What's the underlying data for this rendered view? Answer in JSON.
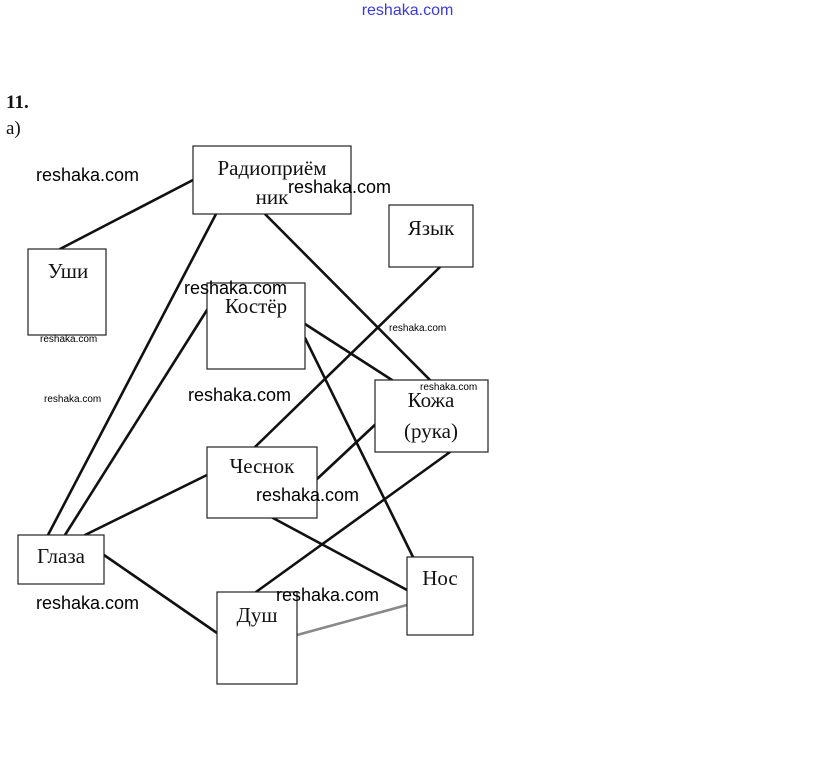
{
  "header": {
    "site": "reshaka.com"
  },
  "task": {
    "number": "11.",
    "part": "а)"
  },
  "nodes": {
    "radio_line1": "Радиоприём",
    "radio_line2": "ник",
    "tongue": "Язык",
    "ears": "Уши",
    "campfire": "Костёр",
    "skin_line1": "Кожа",
    "skin_line2": "(рука)",
    "garlic": "Чеснок",
    "eyes": "Глаза",
    "nose": "Нос",
    "shower": "Душ"
  },
  "watermark": "reshaka.com"
}
